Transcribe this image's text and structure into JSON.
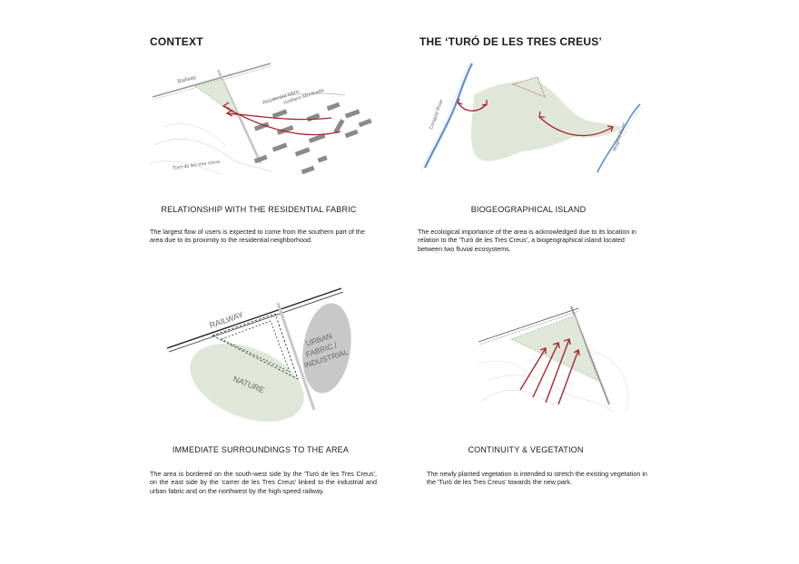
{
  "headings": {
    "context": "CONTEXT",
    "turo": "THE ‘TURÓ DE LES TRES CREUS’"
  },
  "panels": [
    {
      "title": "RELATIONSHIP WITH THE RESIDENTIAL FABRIC",
      "text": "The largest flow of users is expected to come from the southern part of the area due to its proximity to the residential neighborhood.",
      "labels": {
        "railway": "Railway",
        "residential_1": "Residential fabric",
        "residential_2": "northern Montcada",
        "turo": "Turó de les tres creus"
      }
    },
    {
      "title": "BIOGEOGRAPHICAL ISLAND",
      "text": "The ecological importance of the area is acknowledged due to its location in relation to the 'Turó de les Tres Creus', a biogeographical island located between two fluvial ecosystems.",
      "labels": {
        "river_left": "Congost River",
        "river_right": "Mogent River"
      }
    },
    {
      "title": "IMMEDIATE SURROUNDINGS TO THE AREA",
      "text": "The area is bordered on the south-west side by the 'Turó de les Tres Creus', on the east side by the 'carrer de les Tres Creus' linked to the industrial and urban fabric and on the northwest by the high-speed railway.",
      "labels": {
        "railway": "RAILWAY",
        "nature": "NATURE",
        "urban_1": "URBAN",
        "urban_2": "FABRIC /",
        "urban_3": "INDUSTRIAL"
      }
    },
    {
      "title": "CONTINUITY & VEGETATION",
      "text": "The newly planted vegetation is intended to stretch the existing vegetation in the 'Turó de les Tres Creus' towards the new park."
    }
  ],
  "colors": {
    "arrow": "#a8232e",
    "green": "#dfe8d8",
    "grey_blob": "#c8c8c8",
    "river": "#5b8fd1",
    "building": "#8a8a8a"
  }
}
